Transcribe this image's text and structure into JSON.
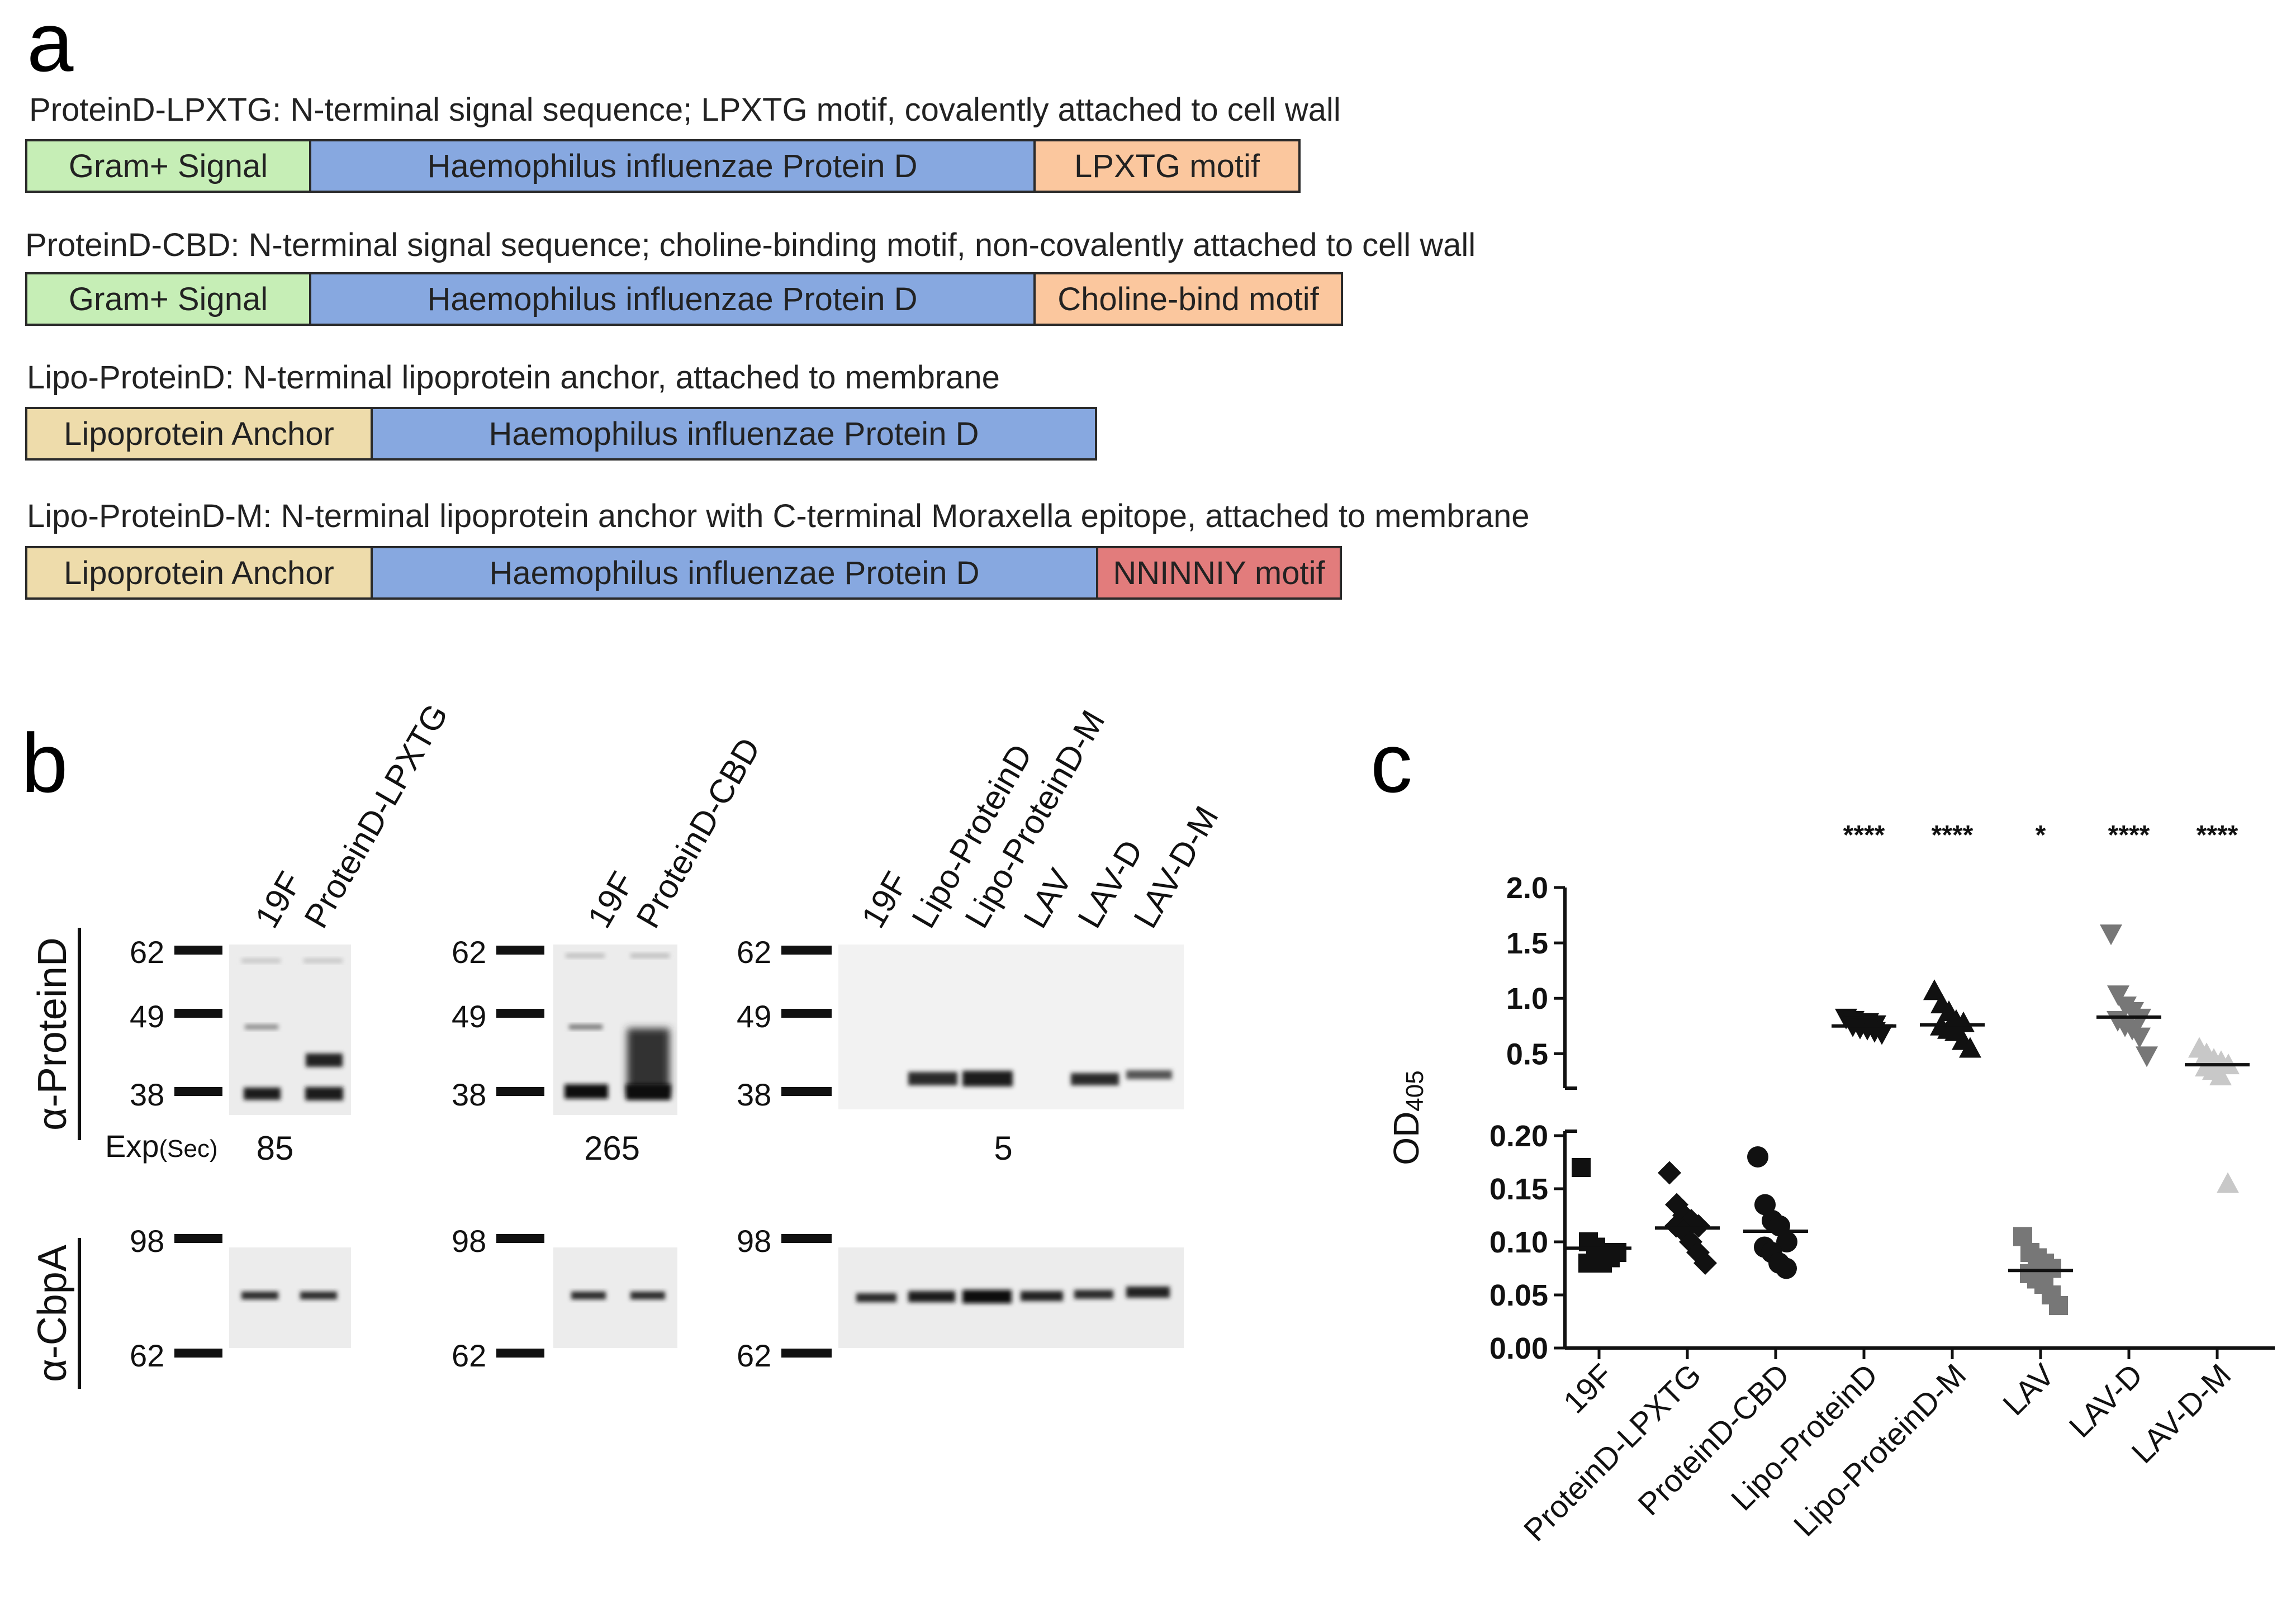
{
  "panels": {
    "a": "a",
    "b": "b",
    "c": "c"
  },
  "panel_a": {
    "constructs": [
      {
        "title": "ProteinD-LPXTG: N-terminal signal sequence; LPXTG motif, covalently attached to cell wall",
        "segments": [
          {
            "label": "Gram+ Signal",
            "color": "#c6eeb6"
          },
          {
            "label": "Haemophilus influenzae Protein D",
            "color": "#87a8e0"
          },
          {
            "label": "LPXTG motif",
            "color": "#fbc79e"
          }
        ]
      },
      {
        "title": "ProteinD-CBD: N-terminal signal sequence; choline-binding motif, non-covalently attached to cell wall",
        "segments": [
          {
            "label": "Gram+ Signal",
            "color": "#c6eeb6"
          },
          {
            "label": "Haemophilus influenzae Protein D",
            "color": "#87a8e0"
          },
          {
            "label": "Choline-bind motif",
            "color": "#fbc79e"
          }
        ]
      },
      {
        "title": "Lipo-ProteinD: N-terminal lipoprotein anchor, attached to membrane",
        "segments": [
          {
            "label": "Lipoprotein Anchor",
            "color": "#eedcab"
          },
          {
            "label": "Haemophilus influenzae Protein D",
            "color": "#87a8e0"
          }
        ]
      },
      {
        "title": "Lipo-ProteinD-M: N-terminal lipoprotein anchor with C-terminal Moraxella epitope, attached to membrane",
        "segments": [
          {
            "label": "Lipoprotein Anchor",
            "color": "#eedcab"
          },
          {
            "label": "Haemophilus influenzae Protein D",
            "color": "#87a8e0"
          },
          {
            "label": "NNINNIY motif",
            "color": "#e27c7c"
          }
        ]
      }
    ]
  },
  "panel_b": {
    "row_labels": [
      "α-ProteinD",
      "α-CbpA"
    ],
    "exp_label": "Exp",
    "exp_unit": "(Sec)",
    "blots": [
      {
        "lanes": [
          "19F",
          "ProteinD-LPXTG"
        ],
        "exposure": "85",
        "markers_top": [
          "62",
          "49",
          "38"
        ],
        "markers_bottom": [
          "98",
          "62"
        ]
      },
      {
        "lanes": [
          "19F",
          "ProteinD-CBD"
        ],
        "exposure": "265",
        "markers_top": [
          "62",
          "49",
          "38"
        ],
        "markers_bottom": [
          "98",
          "62"
        ]
      },
      {
        "lanes": [
          "19F",
          "Lipo-ProteinD",
          "Lipo-ProteinD-M",
          "LAV",
          "LAV-D",
          "LAV-D-M"
        ],
        "exposure": "5",
        "markers_top": [
          "62",
          "49",
          "38"
        ],
        "markers_bottom": [
          "98",
          "62"
        ]
      }
    ]
  },
  "chart_data": {
    "type": "scatter",
    "ylabel_main": "OD",
    "ylabel_sub": "405",
    "categories": [
      "19F",
      "ProteinD-LPXTG",
      "ProteinD-CBD",
      "Lipo-ProteinD",
      "Lipo-ProteinD-M",
      "LAV",
      "LAV-D",
      "LAV-D-M"
    ],
    "y_axis_upper": {
      "ticks": [
        "2.0",
        "1.5",
        "1.0",
        "0.5"
      ],
      "range": [
        0.3,
        2.0
      ]
    },
    "y_axis_lower": {
      "ticks": [
        "0.20",
        "0.15",
        "0.10",
        "0.05",
        "0.00"
      ],
      "range": [
        0.0,
        0.2
      ]
    },
    "significance": [
      "",
      "",
      "",
      "****",
      "****",
      "*",
      "****",
      "****"
    ],
    "series": [
      {
        "values": [
          0.17,
          0.1,
          0.095,
          0.09,
          0.085,
          0.08,
          0.08,
          0.08,
          0.085,
          0.09
        ],
        "mean": 0.094,
        "marker": "square",
        "color": "#111111"
      },
      {
        "values": [
          0.165,
          0.135,
          0.125,
          0.12,
          0.115,
          0.115,
          0.11,
          0.1,
          0.09,
          0.08
        ],
        "mean": 0.113,
        "marker": "diamond",
        "color": "#111111"
      },
      {
        "values": [
          0.18,
          0.135,
          0.12,
          0.115,
          0.1,
          0.095,
          0.09,
          0.08,
          0.075
        ],
        "mean": 0.11,
        "marker": "circle",
        "color": "#111111"
      },
      {
        "values": [
          0.82,
          0.8,
          0.78,
          0.78,
          0.76,
          0.75,
          0.73,
          0.72,
          0.7,
          0.68
        ],
        "mean": 0.75,
        "marker": "triangle-down",
        "color": "#111111"
      },
      {
        "values": [
          1.07,
          0.95,
          0.88,
          0.8,
          0.78,
          0.75,
          0.72,
          0.7,
          0.62,
          0.55
        ],
        "mean": 0.76,
        "marker": "triangle-up",
        "color": "#111111"
      },
      {
        "values": [
          0.105,
          0.09,
          0.085,
          0.08,
          0.075,
          0.07,
          0.065,
          0.06,
          0.05,
          0.04
        ],
        "mean": 0.073,
        "marker": "square",
        "color": "#777777"
      },
      {
        "values": [
          1.58,
          1.03,
          0.93,
          0.88,
          0.82,
          0.8,
          0.75,
          0.72,
          0.65,
          0.48
        ],
        "mean": 0.83,
        "marker": "triangle-down",
        "color": "#777777"
      },
      {
        "values": [
          0.55,
          0.5,
          0.45,
          0.43,
          0.4,
          0.38,
          0.35,
          0.3,
          0.155
        ],
        "mean": 0.4,
        "marker": "triangle-up",
        "color": "#c8c8c8"
      }
    ]
  }
}
